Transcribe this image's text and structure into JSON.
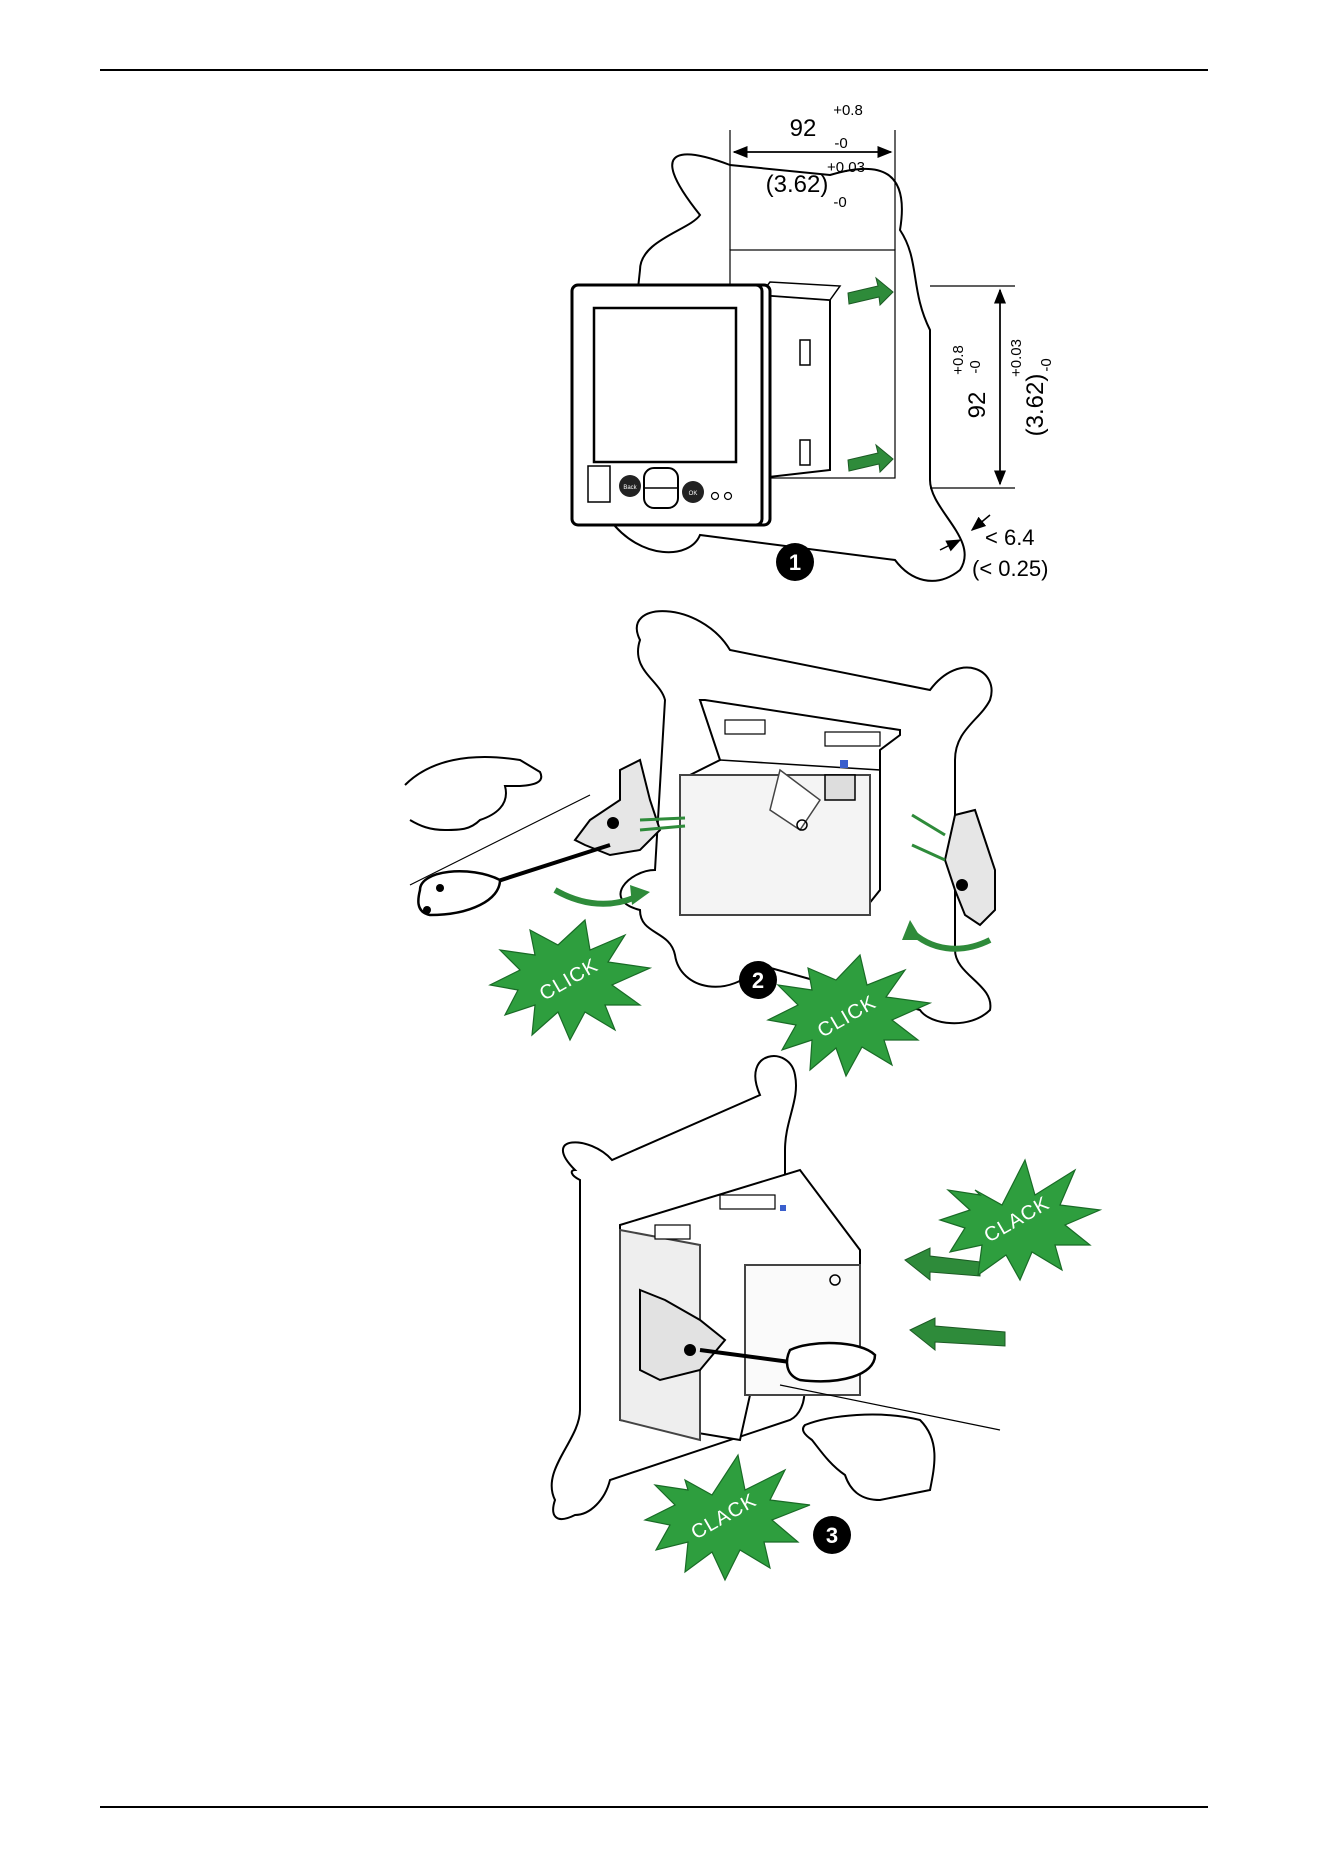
{
  "steps": [
    {
      "number": "1",
      "dimensions": {
        "width_mm": "92",
        "width_mm_tol_plus": "+0.8",
        "width_mm_tol_minus": "-0",
        "width_in": "(3.62)",
        "width_in_tol_plus": "+0.03",
        "width_in_tol_minus": "-0",
        "height_mm": "92",
        "height_mm_tol_plus": "+0.8",
        "height_mm_tol_minus": "-0",
        "height_in": "(3.62)",
        "height_in_tol_plus": "+0.03",
        "height_in_tol_minus": "-0",
        "thickness_mm": "< 6.4",
        "thickness_in": "(< 0.25)"
      },
      "device_labels": {
        "back": "Back",
        "ok": "OK"
      }
    },
    {
      "number": "2",
      "sounds": [
        "CLICK",
        "CLICK"
      ]
    },
    {
      "number": "3",
      "sounds": [
        "CLACK",
        "CLACK"
      ]
    }
  ],
  "colors": {
    "burst": "#2e9e3e",
    "arrow": "#2e8b3a",
    "badge": "#000000",
    "accent_blue": "#3a5fcd"
  }
}
